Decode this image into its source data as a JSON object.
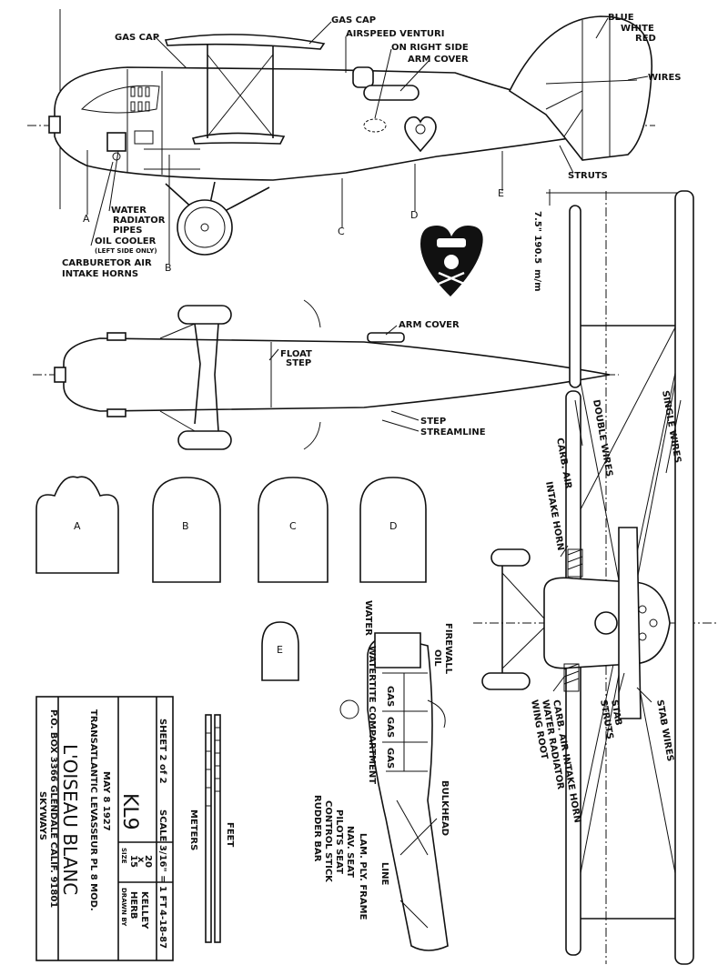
{
  "side_view": {
    "labels": {
      "gas_cap_left": "GAS CAP",
      "gas_cap_top": "GAS CAP",
      "airspeed_venturi": "AIRSPEED VENTURI",
      "on_right_side": "ON RIGHT SIDE",
      "arm_cover": "ARM COVER",
      "blue": "BLUE",
      "white": "WHITE",
      "red": "RED",
      "wires": "WIRES",
      "struts": "STRUTS",
      "water_radiator_1": "WATER",
      "water_radiator_2": "RADIATOR",
      "water_radiator_3": "PIPES",
      "oil_cooler_1": "OIL COOLER",
      "oil_cooler_2": "(LEFT SIDE ONLY)",
      "carb_horns_1": "CARBURETOR AIR",
      "carb_horns_2": "INTAKE HORNS",
      "dim_1": "7.5\" 190.5",
      "dim_2": "m/m"
    },
    "stations": [
      "A",
      "B",
      "C",
      "D",
      "E"
    ]
  },
  "top_view": {
    "labels": {
      "arm_cover": "ARM COVER",
      "float_step_1": "FLOAT",
      "float_step_2": "STEP",
      "step": "STEP",
      "streamline": "STREAMLINE"
    }
  },
  "sections": [
    "A",
    "B",
    "C",
    "D",
    "E"
  ],
  "front_view": {
    "labels": {
      "double_wires": "DOUBLE WIRES",
      "single_wires": "SINGLE WIRES",
      "carb_horn_upper_1": "CARB. AIR",
      "carb_horn_upper_2": "INTAKE HORN",
      "carb_horn_lower": "CARB. AIR INTAKE HORN",
      "water_radiator": "WATER RADIATOR",
      "wing_root": "WING ROOT",
      "stab_struts_1": "STAB",
      "stab_struts_2": "STRUTS",
      "stab_wires": "STAB WIRES"
    }
  },
  "cutaway": {
    "labels": {
      "firewall": "FIREWALL",
      "oil": "OIL",
      "water": "WATER",
      "watertite": "WATERTITE COMPARTMENT",
      "gas1": "GAS",
      "gas2": "GAS",
      "gas3": "GAS",
      "bulkhead": "BULKHEAD",
      "line": "LINE",
      "lam_frame": "LAM. PLY. FRAME",
      "nav_seat": "NAV. SEAT",
      "pilots_seat": "PILOTS SEAT",
      "control_stick": "CONTROL STICK",
      "rudder_bar": "RUDDER BAR"
    }
  },
  "scales": {
    "meters": "METERS",
    "feet": "FEET"
  },
  "title_block": {
    "company": "SKYWAYS",
    "address": "P.O. BOX 3366 GLENDALE CALIF. 91801",
    "title": "L'OISEAU BLANC",
    "subtitle": "TRANSATLANTIC LEVASSEUR PL 8 MOD.",
    "date": "MAY 8 1927",
    "drawn_by_label": "DRAWN BY",
    "drawn_by_1": "HERB",
    "drawn_by_2": "KELLEY",
    "size_label": "SIZE",
    "size_1": "15",
    "size_x": "x",
    "size_2": "20",
    "drawing_no": "KL9",
    "drawn_date": "4-18-87",
    "scale": "SCALE 3/16\" = 1 FT",
    "sheet": "SHEET 2 of 2"
  }
}
